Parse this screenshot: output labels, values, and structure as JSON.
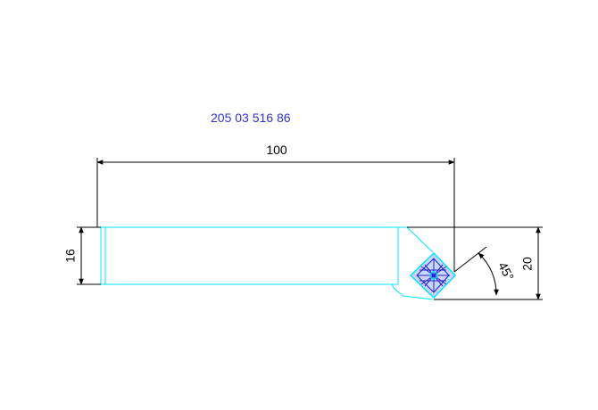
{
  "drawing": {
    "part_code": "205 03 516 86",
    "dimensions": {
      "overall_length": "100",
      "shank_height": "16",
      "total_height": "20",
      "angle": "45°"
    }
  },
  "colors": {
    "background": "#ffffff",
    "outline": "#00e5ff",
    "dimension": "#000000",
    "part_code": "#3333cc",
    "insert": "#2222cc"
  }
}
